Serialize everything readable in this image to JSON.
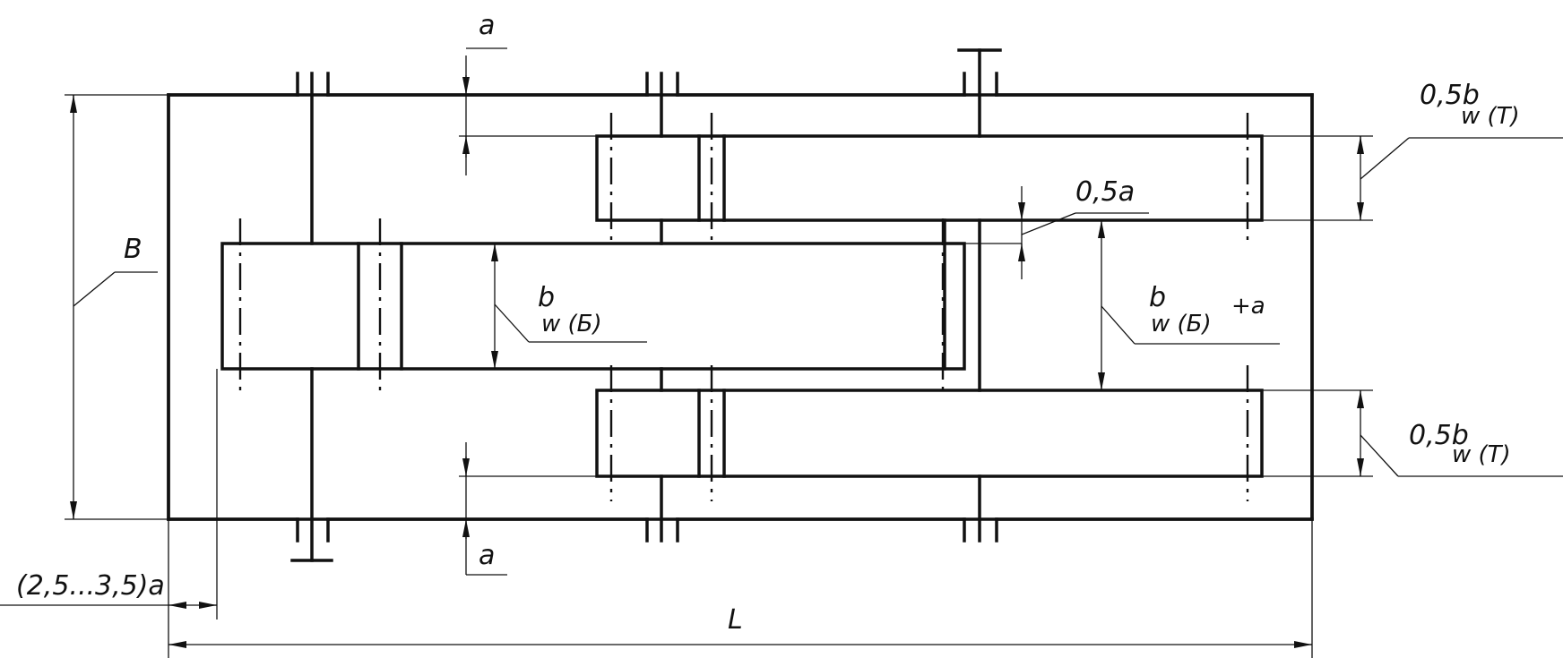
{
  "labels": {
    "a_top": "a",
    "a_bottom": "a",
    "half_a": "0,5a",
    "half_bw_T_top_main": "0,5b",
    "half_bw_T_top_sub": "w (T)",
    "half_bw_T_bottom_main": "0,5b",
    "half_bw_T_bottom_sub": "w (T)",
    "bw_B_main": "b",
    "bw_B_sub": "w (Б)",
    "bw_B_plus_a_main": "b",
    "bw_B_plus_a_sub": "w (Б)",
    "bw_B_plus_a_sup": "+a",
    "B": "B",
    "L": "L",
    "clearance": "(2,5...3,5)a"
  }
}
